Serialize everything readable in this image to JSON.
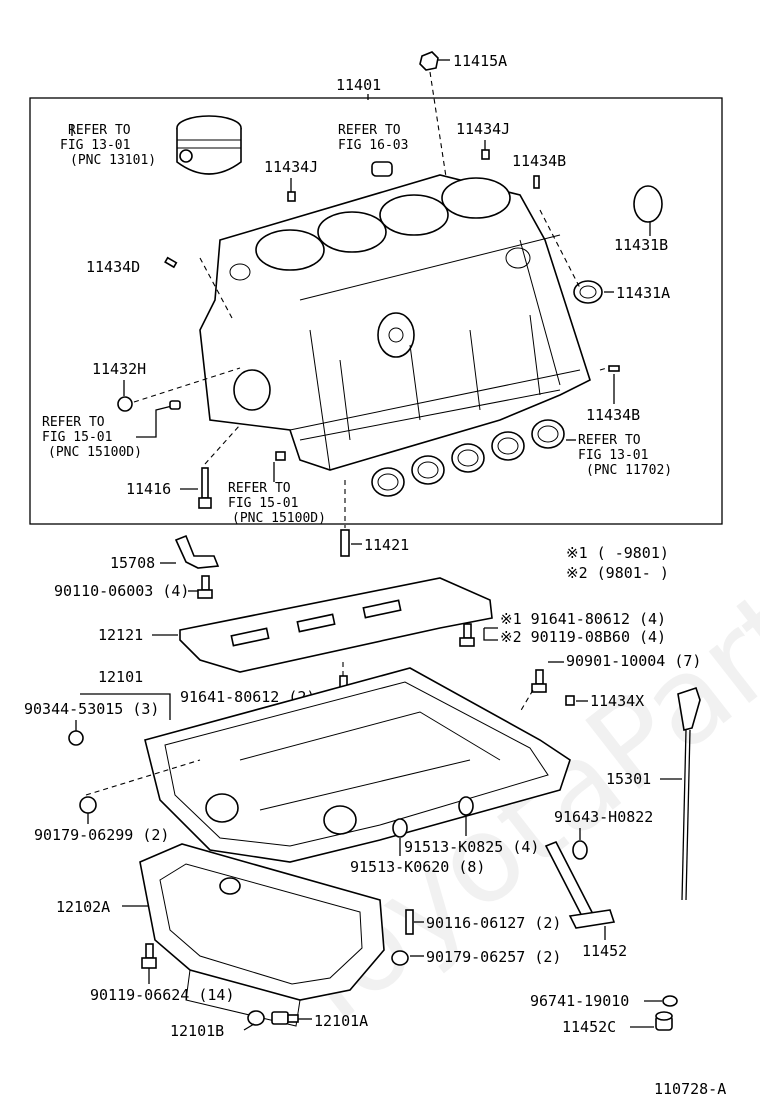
{
  "figure_id": "110728-A",
  "watermark": "ToyotaPartsSpares.ru",
  "labels": {
    "p11415A": "11415A",
    "p11401": "11401",
    "ref_piston_1": "REFER TO",
    "ref_piston_2": "FIG 13-01",
    "ref_piston_3": "(PNC 13101)",
    "ref_plug_1": "REFER TO",
    "ref_plug_2": "FIG 16-03",
    "p11434J_a": "11434J",
    "p11434J_b": "11434J",
    "p11434B_a": "11434B",
    "p11431B": "11431B",
    "p11434D": "11434D",
    "p11431A": "11431A",
    "p11432H": "11432H",
    "p11434B_b": "11434B",
    "ref_front_1": "REFER TO",
    "ref_front_2": "FIG 15-01",
    "ref_front_3": "(PNC 15100D)",
    "ref_bear_1": "REFER TO",
    "ref_bear_2": "FIG 13-01",
    "ref_bear_3": "(PNC 11702)",
    "p11416": "11416",
    "ref_pump_1": "REFER TO",
    "ref_pump_2": "FIG 15-01",
    "ref_pump_3": "(PNC 15100D)",
    "p11421": "11421",
    "p15708": "15708",
    "note1": "※1 (      -9801)",
    "note2": "※2 (9801-      )",
    "p90110": "90110-06003 (4)",
    "p12121": "12121",
    "p91641_a": "※1 91641-80612 (4)",
    "p90119_a": "※2 90119-08B60 (4)",
    "p12101": "12101",
    "p90901": "90901-10004 (7)",
    "p90344": "90344-53015 (3)",
    "p91641_b": "91641-80612 (2)",
    "p11434X": "11434X",
    "p15301": "15301",
    "p90179_a": "90179-06299 (2)",
    "p91643": "91643-H0822",
    "p91513_a": "91513-K0825 (4)",
    "p91513_b": "91513-K0620 (8)",
    "p12102A": "12102A",
    "p90116": "90116-06127 (2)",
    "p11452": "11452",
    "p90179_b": "90179-06257 (2)",
    "p90119_b": "90119-06624 (14)",
    "p96741": "96741-19010",
    "p12101B": "12101B",
    "p12101A": "12101A",
    "p11452C": "11452C"
  }
}
